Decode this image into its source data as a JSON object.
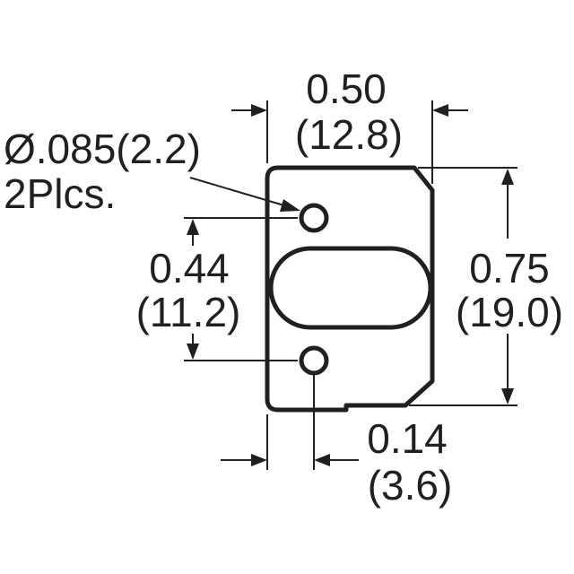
{
  "callouts": {
    "hole": {
      "diameter": "Ø.085(2.2)",
      "count": "2Plcs."
    },
    "width": {
      "inch": "0.50",
      "mm": "(12.8)"
    },
    "height": {
      "inch": "0.75",
      "mm": "(19.0)"
    },
    "hole_spacing": {
      "inch": "0.44",
      "mm": "(11.2)"
    },
    "hole_offset": {
      "inch": "0.14",
      "mm": "(3.6)"
    }
  },
  "colors": {
    "ink": "#231f20",
    "background": "#ffffff"
  }
}
